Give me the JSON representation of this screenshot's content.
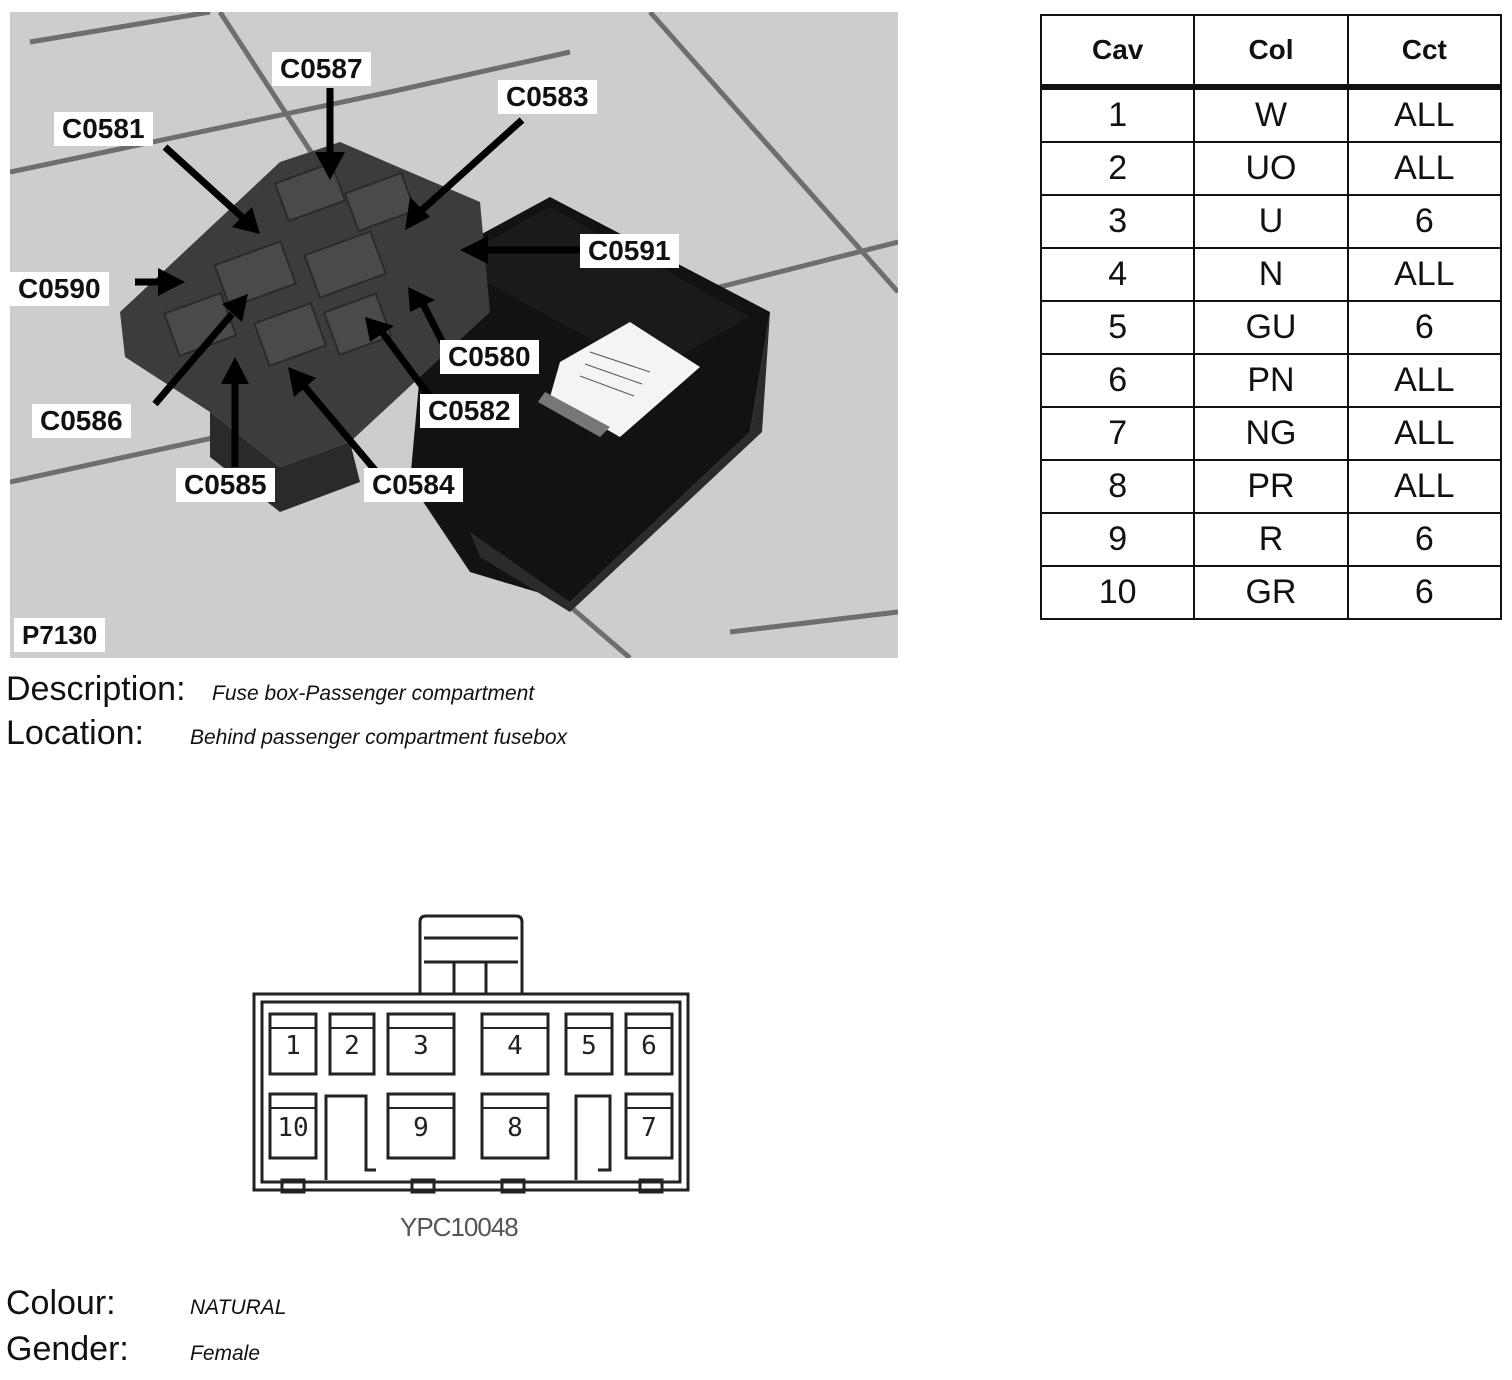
{
  "photo": {
    "image_code": "P7130",
    "callouts": {
      "c0587": "C0587",
      "c0583": "C0583",
      "c0581": "C0581",
      "c0591": "C0591",
      "c0590": "C0590",
      "c0580": "C0580",
      "c0582": "C0582",
      "c0586": "C0586",
      "c0585": "C0585",
      "c0584": "C0584"
    }
  },
  "description": {
    "label": "Description:",
    "value": "Fuse box-Passenger compartment"
  },
  "location": {
    "label": "Location:",
    "value": "Behind passenger compartment fusebox"
  },
  "table": {
    "headers": [
      "Cav",
      "Col",
      "Cct"
    ],
    "rows": [
      [
        "1",
        "W",
        "ALL"
      ],
      [
        "2",
        "UO",
        "ALL"
      ],
      [
        "3",
        "U",
        "6"
      ],
      [
        "4",
        "N",
        "ALL"
      ],
      [
        "5",
        "GU",
        "6"
      ],
      [
        "6",
        "PN",
        "ALL"
      ],
      [
        "7",
        "NG",
        "ALL"
      ],
      [
        "8",
        "PR",
        "ALL"
      ],
      [
        "9",
        "R",
        "6"
      ],
      [
        "10",
        "GR",
        "6"
      ]
    ]
  },
  "connector": {
    "part_number": "YPC10048",
    "cavity_labels": [
      "1",
      "2",
      "3",
      "4",
      "5",
      "6",
      "10",
      "9",
      "8",
      "7"
    ]
  },
  "colour": {
    "label": "Colour:",
    "value": "NATURAL"
  },
  "gender": {
    "label": "Gender:",
    "value": "Female"
  }
}
